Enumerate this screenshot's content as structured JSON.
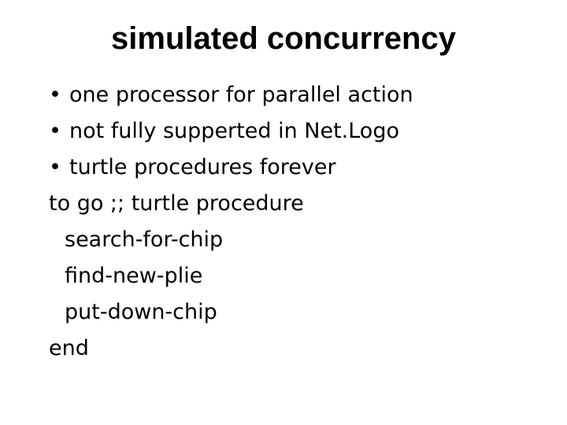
{
  "slide": {
    "title": "simulated concurrency",
    "bullet_symbol": "•",
    "bullets": [
      "one processor for parallel action",
      "not fully supperted in Net.Logo",
      "turtle procedures forever"
    ],
    "code": {
      "header": "to go ;; turtle procedure",
      "body": [
        "search-for-chip",
        "find-new-plie",
        "put-down-chip"
      ],
      "footer": "end"
    }
  }
}
